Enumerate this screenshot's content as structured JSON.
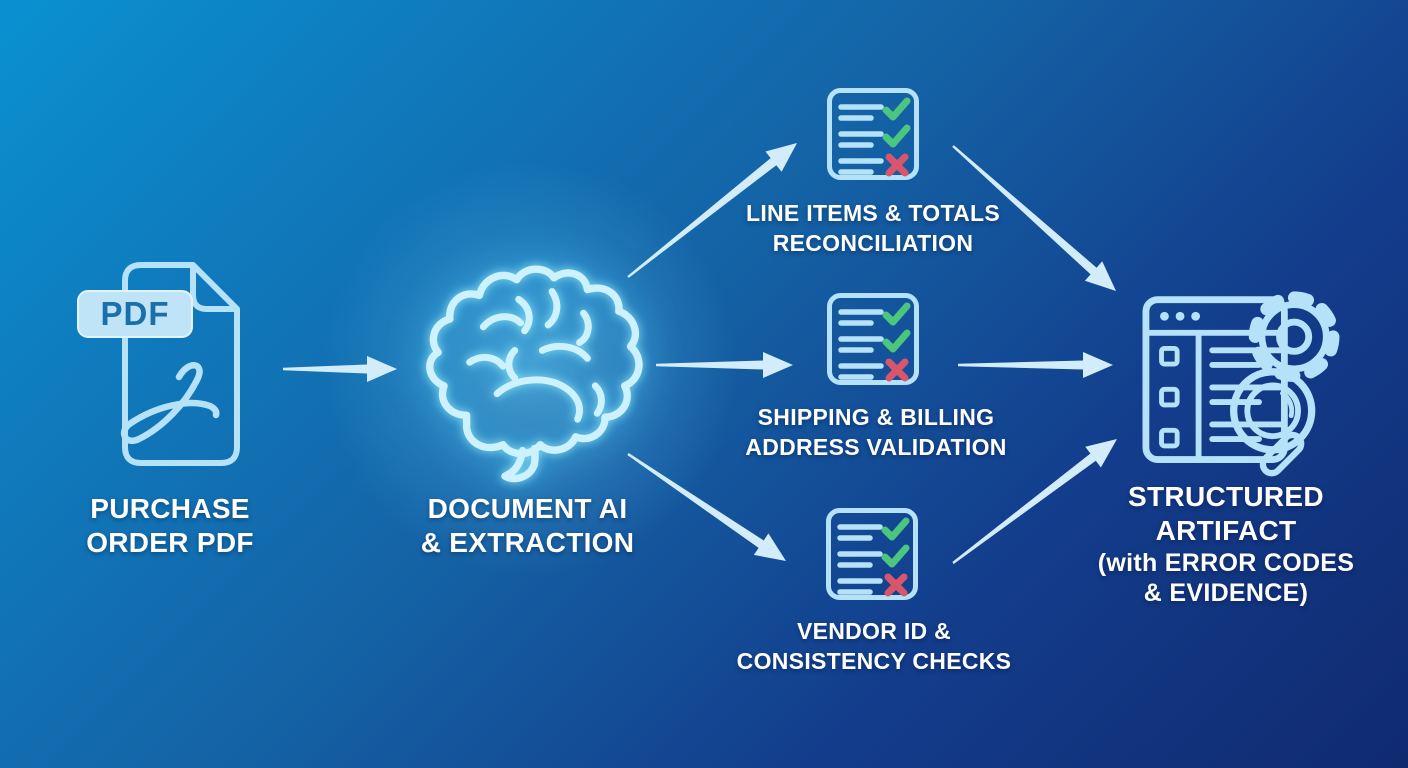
{
  "title": "Purchase order document AI validation flow",
  "colors": {
    "background_start": "#0a91d1",
    "background_end": "#102a70",
    "icon_stroke": "#b5e2f8",
    "brain_stroke": "#cdf2fe",
    "arrow_fill": "#d3ecfa",
    "text": "#ffffff",
    "check_green": "#4cc57f",
    "cross_red": "#d8566b",
    "pdf_badge_fill": "#bfe4f7",
    "pdf_badge_text": "#1a70ab"
  },
  "nodes": {
    "source": {
      "id": "purchase-order-pdf",
      "icon": "pdf-document-icon",
      "badge": "PDF",
      "label_line1": "PURCHASE",
      "label_line2": "ORDER PDF"
    },
    "processor": {
      "id": "document-ai-extraction",
      "icon": "brain-icon",
      "label_line1": "DOCUMENT AI",
      "label_line2": "& EXTRACTION"
    },
    "checks": [
      {
        "id": "line-items-totals-reconciliation",
        "icon": "checklist-icon",
        "rows": [
          "check",
          "check",
          "cross"
        ],
        "label_line1": "LINE ITEMS & TOTALS",
        "label_line2": "RECONCILIATION"
      },
      {
        "id": "shipping-billing-address-validation",
        "icon": "checklist-icon",
        "rows": [
          "check",
          "check",
          "cross"
        ],
        "label_line1": "SHIPPING & BILLING",
        "label_line2": "ADDRESS VALIDATION"
      },
      {
        "id": "vendor-id-consistency-checks",
        "icon": "checklist-icon",
        "rows": [
          "check",
          "check",
          "cross"
        ],
        "label_line1": "VENDOR ID &",
        "label_line2": "CONSISTENCY CHECKS"
      }
    ],
    "output": {
      "id": "structured-artifact",
      "icon": "structured-artifact-icon",
      "label_line1": "STRUCTURED",
      "label_line2": "ARTIFACT",
      "label_line3": "(with ERROR CODES",
      "label_line4": "& EVIDENCE)"
    }
  },
  "edges": [
    {
      "from": "purchase-order-pdf",
      "to": "document-ai-extraction"
    },
    {
      "from": "document-ai-extraction",
      "to": "line-items-totals-reconciliation"
    },
    {
      "from": "document-ai-extraction",
      "to": "shipping-billing-address-validation"
    },
    {
      "from": "document-ai-extraction",
      "to": "vendor-id-consistency-checks"
    },
    {
      "from": "line-items-totals-reconciliation",
      "to": "structured-artifact"
    },
    {
      "from": "shipping-billing-address-validation",
      "to": "structured-artifact"
    },
    {
      "from": "vendor-id-consistency-checks",
      "to": "structured-artifact"
    }
  ]
}
